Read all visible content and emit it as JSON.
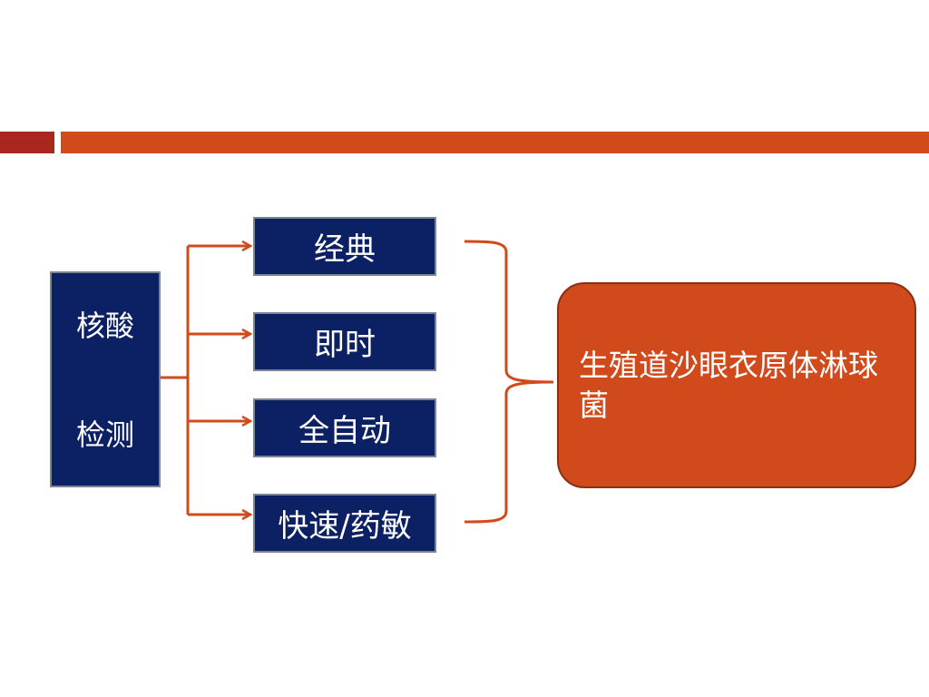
{
  "slide": {
    "source": {
      "line1": "核酸",
      "line2": "检测"
    },
    "types": [
      {
        "label": "经典"
      },
      {
        "label": "即时"
      },
      {
        "label": "全自动"
      },
      {
        "label": "快速/药敏"
      }
    ],
    "target": {
      "label": "生殖道沙眼衣原体淋球菌"
    }
  },
  "colors": {
    "navy_box": "#0c2163",
    "orange_accent": "#d14a1b",
    "dark_red_accent": "#a8281f",
    "box_border": "#7b8594"
  }
}
